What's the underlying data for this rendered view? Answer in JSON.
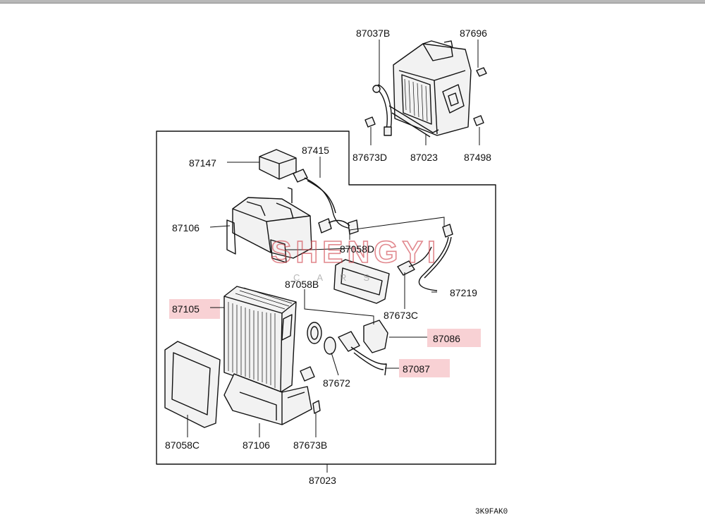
{
  "diagram": {
    "callouts": {
      "c87037b": "87037B",
      "c87696": "87696",
      "c87673d": "87673D",
      "c87023_top": "87023",
      "c87498": "87498",
      "c87147": "87147",
      "c87415": "87415",
      "c87106_top": "87106",
      "c87058d": "87058D",
      "c87058b": "87058B",
      "c87219": "87219",
      "c87105": "87105",
      "c87673c": "87673C",
      "c87086": "87086",
      "c87087": "87087",
      "c87672": "87672",
      "c87058c": "87058C",
      "c87106_bottom": "87106",
      "c87673b": "87673B",
      "c87023_bottom": "87023"
    },
    "highlighted": [
      "87105",
      "87086",
      "87087"
    ],
    "highlight_color": "#f7c9cc",
    "watermark": {
      "text": "SHENGYI",
      "sub": "CARS",
      "color": "#d24a52"
    },
    "figure_code": "3K9FAK0"
  }
}
